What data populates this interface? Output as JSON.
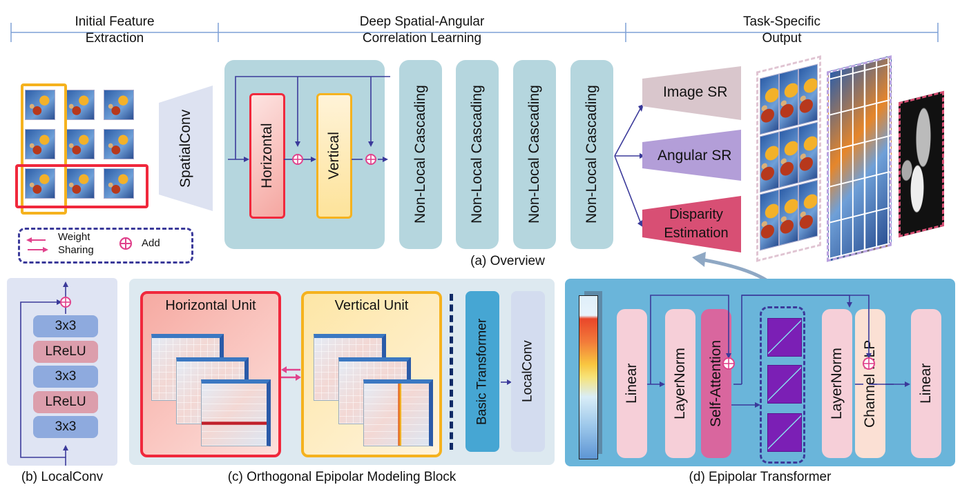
{
  "headers": {
    "stage1": [
      "Initial Feature",
      "Extraction"
    ],
    "stage2": [
      "Deep Spatial-Angular",
      "Correlation Learning"
    ],
    "stage3": [
      "Task-Specific",
      "Output"
    ]
  },
  "overview": {
    "spatialconv": "SpatialConv",
    "horizontal": "Horizontal",
    "vertical": "Vertical",
    "cascades": [
      "Non-Local Cascading",
      "Non-Local Cascading",
      "Non-Local Cascading",
      "Non-Local Cascading"
    ],
    "tasks": [
      "Image SR",
      "Angular SR",
      "Disparity",
      "Estimation"
    ],
    "caption": "(a) Overview",
    "legend": {
      "weight1": "Weight",
      "weight2": "Sharing",
      "add": "Add"
    }
  },
  "localconv": {
    "layers": [
      "3x3",
      "LReLU",
      "3x3",
      "LReLU",
      "3x3"
    ],
    "caption": "(b) LocalConv"
  },
  "oem": {
    "horizontal_unit": "Horizontal Unit",
    "vertical_unit": "Vertical Unit",
    "basic_transformer": "Basic Transformer",
    "localconv": "LocalConv",
    "caption": "(c) Orthogonal Epipolar Modeling Block"
  },
  "epi": {
    "blocks": [
      "Linear",
      "LayerNorm",
      "Self-Attention",
      "LayerNorm",
      "Channel MLP",
      "Linear"
    ],
    "caption": "(d) Epipolar Transformer"
  },
  "colors": {
    "accent_arrow": "#3b3a9a",
    "add_symbol": "#e0428c",
    "horizontal": "#f0283c",
    "vertical": "#f5b21e",
    "panel_teal": "#b5d6de",
    "epi_bg": "#6ab5da"
  }
}
